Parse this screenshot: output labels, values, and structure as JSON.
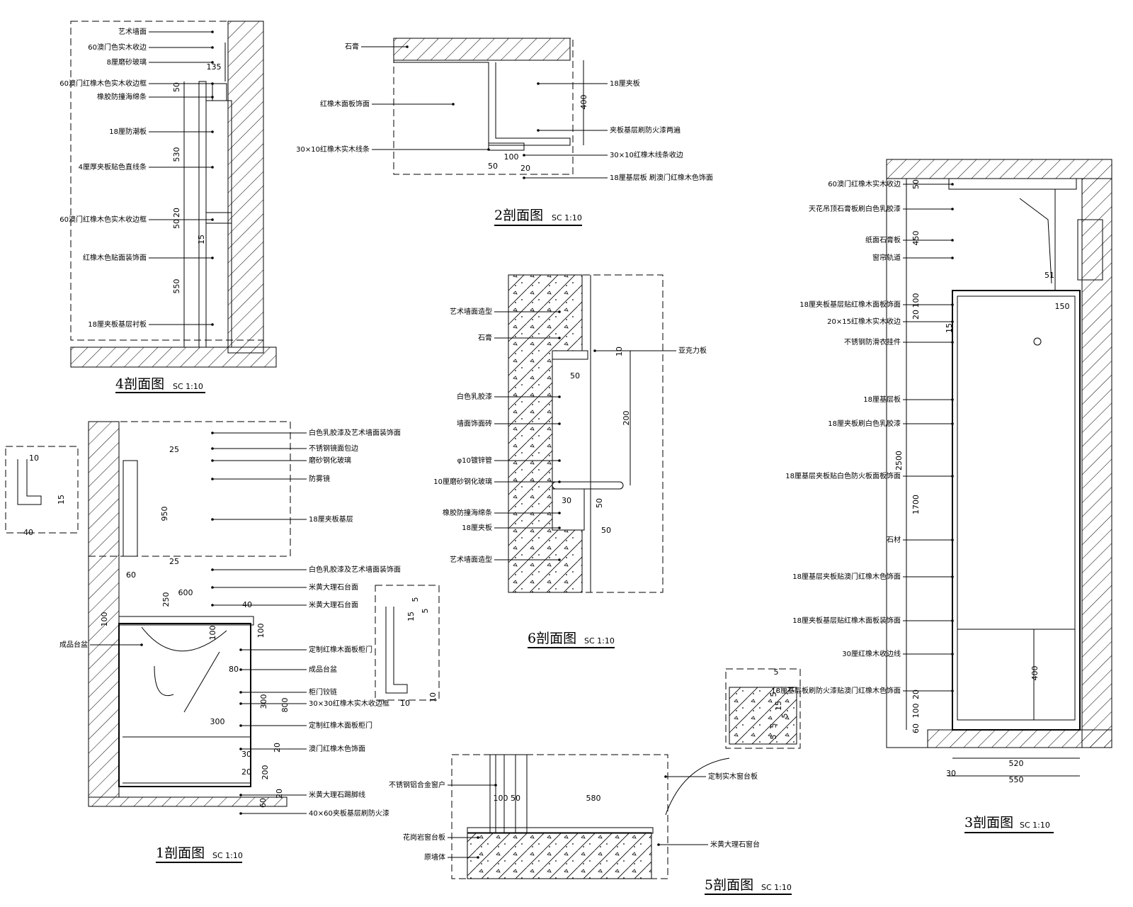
{
  "sections": {
    "s4": {
      "title": "4剖面图",
      "scale": "SC 1:10",
      "labels": [
        "艺术墙面",
        "60澳门色实木收边",
        "8厘磨砂玻璃",
        "60澳门红橡木色实木收边框",
        "橡胶防撞海绵条",
        "18厘防潮板",
        "4厘厚夹板贴色直线条",
        "60澳门红橡木色实木收边框",
        "红橡木色贴面装饰面",
        "18厘夹板基层衬板"
      ],
      "dims": [
        "135",
        "50",
        "530",
        "20",
        "50",
        "15",
        "550"
      ]
    },
    "s2": {
      "title": "2剖面图",
      "scale": "SC 1:10",
      "labels": [
        "石膏",
        "红橡木面板饰面",
        "30×10红橡木实木线条",
        "18厘夹板",
        "夹板基层刷防火漆两遍",
        "30×10红橡木线条收边",
        "18厘基层板 刷澳门红橡木色饰面"
      ],
      "dims": [
        "400",
        "50",
        "100",
        "20"
      ]
    },
    "s3": {
      "title": "3剖面图",
      "scale": "SC 1:10",
      "labels": [
        "60澳门红橡木实木收边",
        "天花吊顶石膏板刷白色乳胶漆",
        "纸面石膏板",
        "窗帘轨道",
        "18厘夹板基层贴红橡木面板饰面",
        "20×15红橡木实木收边",
        "不锈钢防滑衣挂件",
        "18厘基层板",
        "18厘夹板刷白色乳胶漆",
        "18厘基层夹板贴白色防火板面板饰面",
        "石材",
        "18厘基层夹板贴澳门红橡木色饰面",
        "18厘夹板基层贴红橡木面板装饰面",
        "30厘红橡木收边线",
        "18厘基层板刷防火漆贴澳门红橡木色饰面"
      ],
      "dims": [
        "50",
        "450",
        "51",
        "100",
        "150",
        "20",
        "15",
        "2500",
        "1700",
        "400",
        "20",
        "100",
        "60",
        "520",
        "30",
        "550"
      ]
    },
    "s6": {
      "title": "6剖面图",
      "scale": "SC 1:10",
      "labels": [
        "艺术墙面造型",
        "石膏",
        "白色乳胶漆",
        "墙面饰面砖",
        "φ10镀锌管",
        "10厘磨砂钢化玻璃",
        "橡胶防撞海绵条",
        "18厘夹板",
        "艺术墙面造型",
        "亚克力板"
      ],
      "dims": [
        "10",
        "50",
        "200",
        "30",
        "50",
        "50"
      ]
    },
    "s1": {
      "title": "1剖面图",
      "scale": "SC 1:10",
      "labels": [
        "白色乳胶漆及艺术墙面装饰面",
        "不锈钢镜面包边",
        "磨砂钢化玻璃",
        "防雾镜",
        "18厘夹板基层",
        "白色乳胶漆及艺术墙面装饰面",
        "米黄大理石台面",
        "米黄大理石台面",
        "定制红橡木面板柜门",
        "成品台盆",
        "柜门铰链",
        "30×30红橡木实木收边框",
        "定制红橡木面板柜门",
        "澳门红橡木色饰面",
        "米黄大理石踢脚线",
        "40×60夹板基层刷防火漆",
        "成品台盆"
      ],
      "dims": [
        "25",
        "950",
        "25",
        "60",
        "600",
        "250",
        "40",
        "100",
        "100",
        "100",
        "80",
        "300",
        "300",
        "800",
        "20",
        "200",
        "30",
        "20",
        "60",
        "20",
        "10",
        "15",
        "40",
        "5",
        "15",
        "5",
        "10",
        "10"
      ]
    },
    "s5": {
      "title": "5剖面图",
      "scale": "SC 1:10",
      "labels": [
        "不锈钢铝合金窗户",
        "花岗岩窗台板",
        "原墙体",
        "定制实木窗台板",
        "米黄大理石窗台"
      ],
      "dims": [
        "100",
        "50",
        "580",
        "5",
        "5",
        "15",
        "5",
        "5",
        "5"
      ]
    }
  }
}
